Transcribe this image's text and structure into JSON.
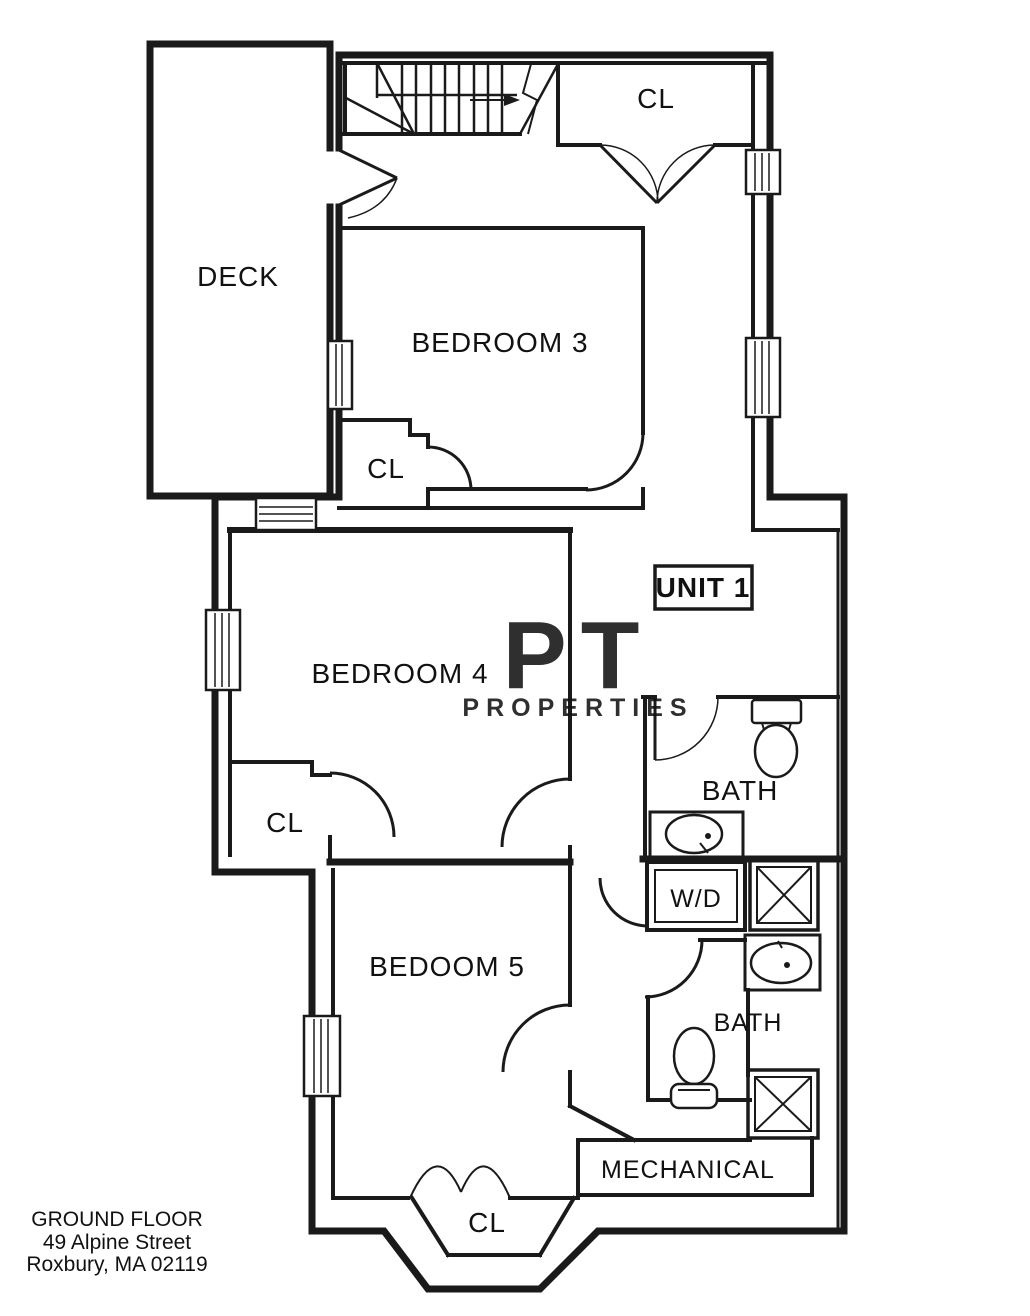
{
  "rooms": {
    "deck": "DECK",
    "closet_top": "CL",
    "bedroom3": "BEDROOM 3",
    "closet_bedroom3": "CL",
    "bedroom4": "BEDROOM 4",
    "closet_bedroom4": "CL",
    "bedroom5": "BEDOOM 5",
    "bath_upper": "BATH",
    "washer_dryer": "W/D",
    "bath_lower": "BATH",
    "mechanical": "MECHANICAL",
    "closet_bay": "CL"
  },
  "unit_badge": {
    "label": "UNIT 1"
  },
  "footer": {
    "floor": "GROUND FLOOR",
    "address_line1": "49 Alpine Street",
    "address_line2": "Roxbury, MA 02119"
  },
  "watermark": {
    "line1": "PT",
    "line2": "PROPERTIES"
  },
  "colors": {
    "wall": "#1a1a1a",
    "background": "#ffffff"
  }
}
